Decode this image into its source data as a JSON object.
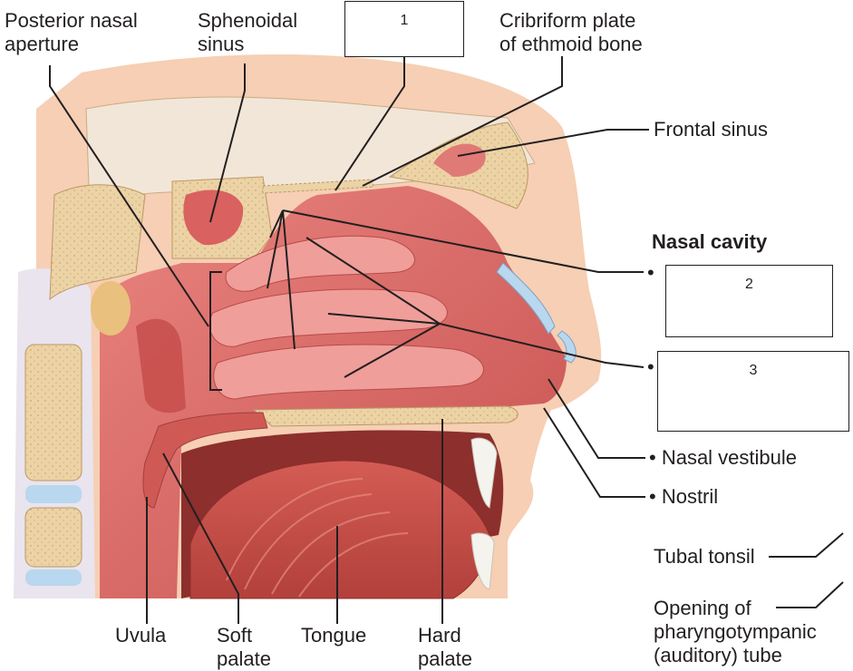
{
  "labels": {
    "posterior_nasal_aperture": [
      "Posterior nasal",
      "aperture"
    ],
    "sphenoidal_sinus": [
      "Sphenoidal",
      "sinus"
    ],
    "cribriform_plate": [
      "Cribriform plate",
      "of ethmoid bone"
    ],
    "frontal_sinus": "Frontal sinus",
    "nasal_cavity": "Nasal cavity",
    "nasal_vestibule": "• Nasal vestibule",
    "nostril": "• Nostril",
    "tubal_tonsil": "Tubal tonsil",
    "opening_tube": [
      "Opening of",
      "pharyngotympanic",
      "(auditory) tube"
    ],
    "uvula": "Uvula",
    "soft_palate": [
      "Soft",
      "palate"
    ],
    "tongue": "Tongue",
    "hard_palate": [
      "Hard",
      "palate"
    ],
    "bullet_1": "•",
    "bullet_2": "•"
  },
  "answer_boxes": [
    {
      "number": "1"
    },
    {
      "number": "2"
    },
    {
      "number": "3"
    }
  ],
  "colors": {
    "mucosa": "#d9615f",
    "mucosa_light": "#ef9e9a",
    "bone": "#ecd3a6",
    "skin": "#f6cfb4",
    "cartilage": "#b9d7ee",
    "line": "#231f20"
  }
}
